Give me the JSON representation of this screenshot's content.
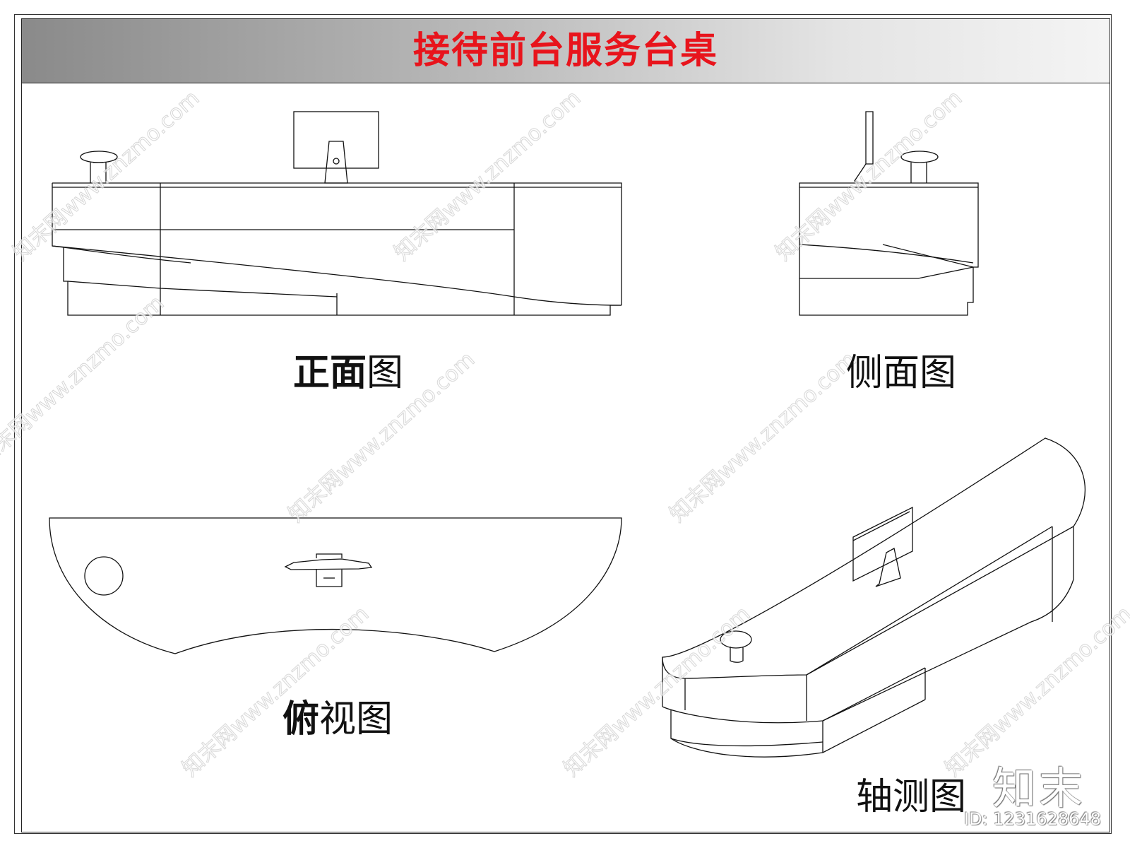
{
  "title": "接待前台服务台桌",
  "views": {
    "front": {
      "label_bold": "正面",
      "label_rest": "图"
    },
    "side": {
      "label_bold": "",
      "label_rest": "侧面图"
    },
    "top": {
      "label_bold": "俯",
      "label_rest": "视图"
    },
    "axonometric": {
      "label_bold": "",
      "label_rest": "轴测图"
    }
  },
  "watermark": {
    "logo": "知末",
    "id": "ID: 1231628648",
    "site_text": "知末网www.znzmo.com"
  }
}
